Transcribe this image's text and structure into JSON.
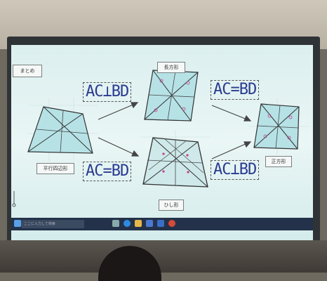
{
  "labels": {
    "matome": "まとめ",
    "parallelogram": "平行四辺形",
    "rectangle": "長方形",
    "rhombus": "ひし形",
    "square": "正方形"
  },
  "handwriting": {
    "top_left": "AC⊥BD",
    "top_right": "AC=BD",
    "bottom_left": "AC=BD",
    "bottom_right": "AC⊥BD"
  },
  "taskbar": {
    "search_placeholder": "ここに入力して検索"
  },
  "colors": {
    "screen": "#e3f3f2",
    "shape_fill": "#b6e2e6",
    "handwriting": "#2a3a90",
    "marks": "#c0408a",
    "taskbar": "#23324a"
  }
}
